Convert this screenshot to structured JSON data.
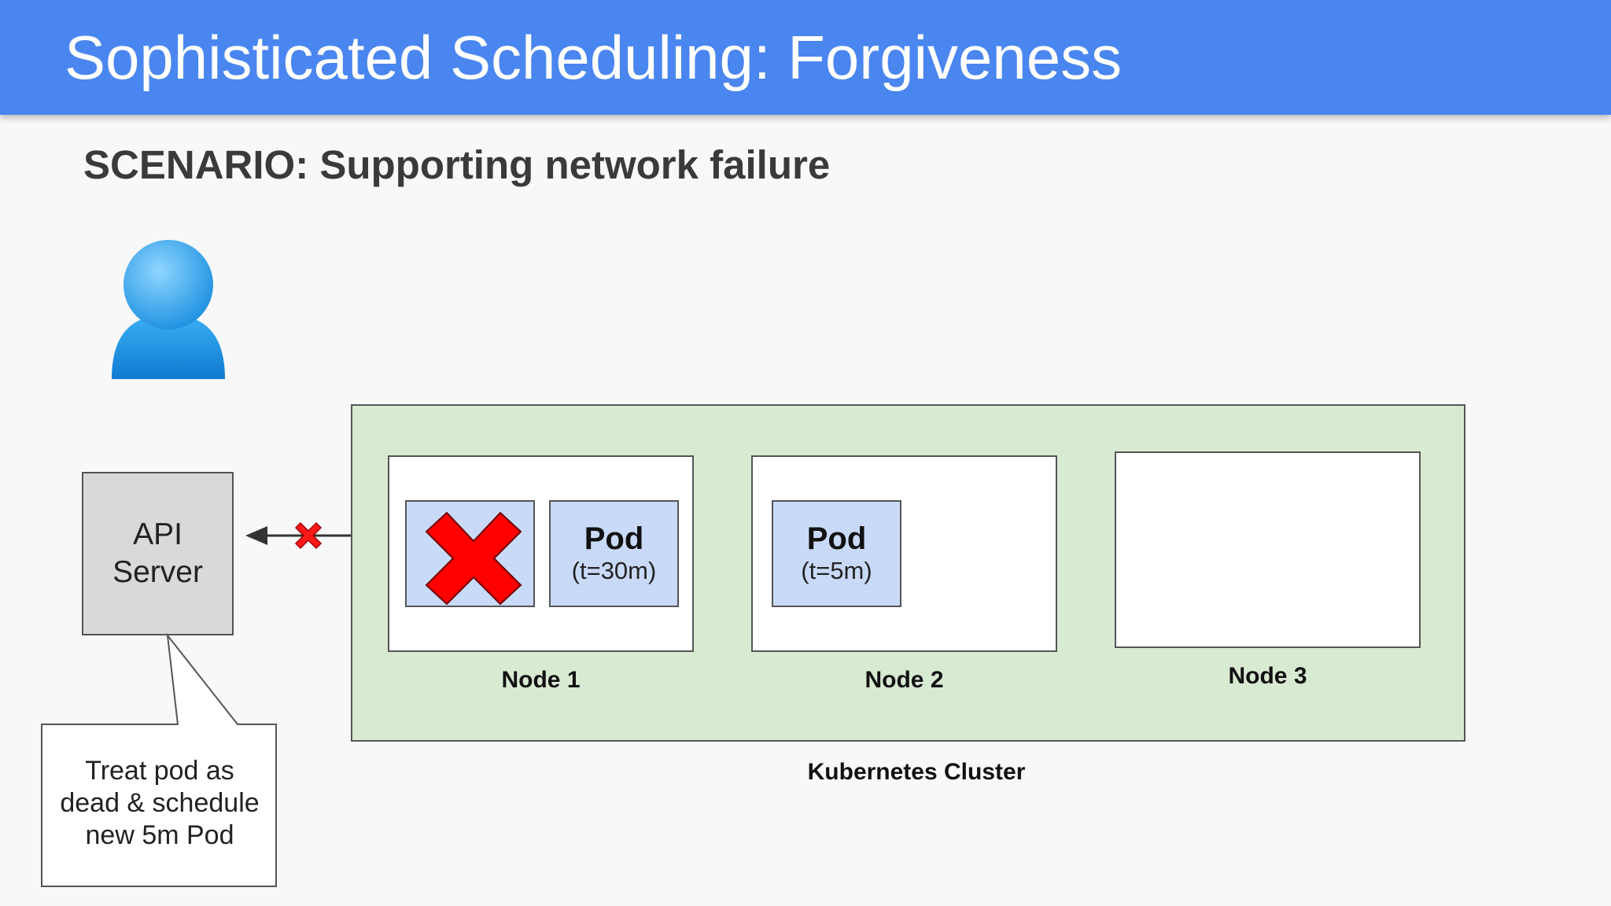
{
  "header": {
    "title": "Sophisticated Scheduling: Forgiveness"
  },
  "subtitle": "SCENARIO: Supporting network failure",
  "api_server": {
    "line1": "API",
    "line2": "Server"
  },
  "callout": {
    "line1": "Treat pod as",
    "line2": "dead & schedule",
    "line3": "new 5m Pod"
  },
  "cluster": {
    "label": "Kubernetes Cluster"
  },
  "nodes": [
    {
      "label": "Node 1"
    },
    {
      "label": "Node 2"
    },
    {
      "label": "Node 3"
    }
  ],
  "pods": [
    {
      "label": "Pod",
      "time": "(t=30m)"
    },
    {
      "label": "Pod",
      "time": "(t=5m)"
    }
  ],
  "colors": {
    "header": "#4a86f0",
    "cluster": "#d9ead3",
    "pod": "#c9daf8",
    "api_server": "#d9d9d9",
    "failure_x": "#ff0000",
    "user_icon": "#29a3f0"
  },
  "icons": [
    "user-icon",
    "failure-x-icon",
    "disconnected-x-icon",
    "arrow-left-icon"
  ]
}
